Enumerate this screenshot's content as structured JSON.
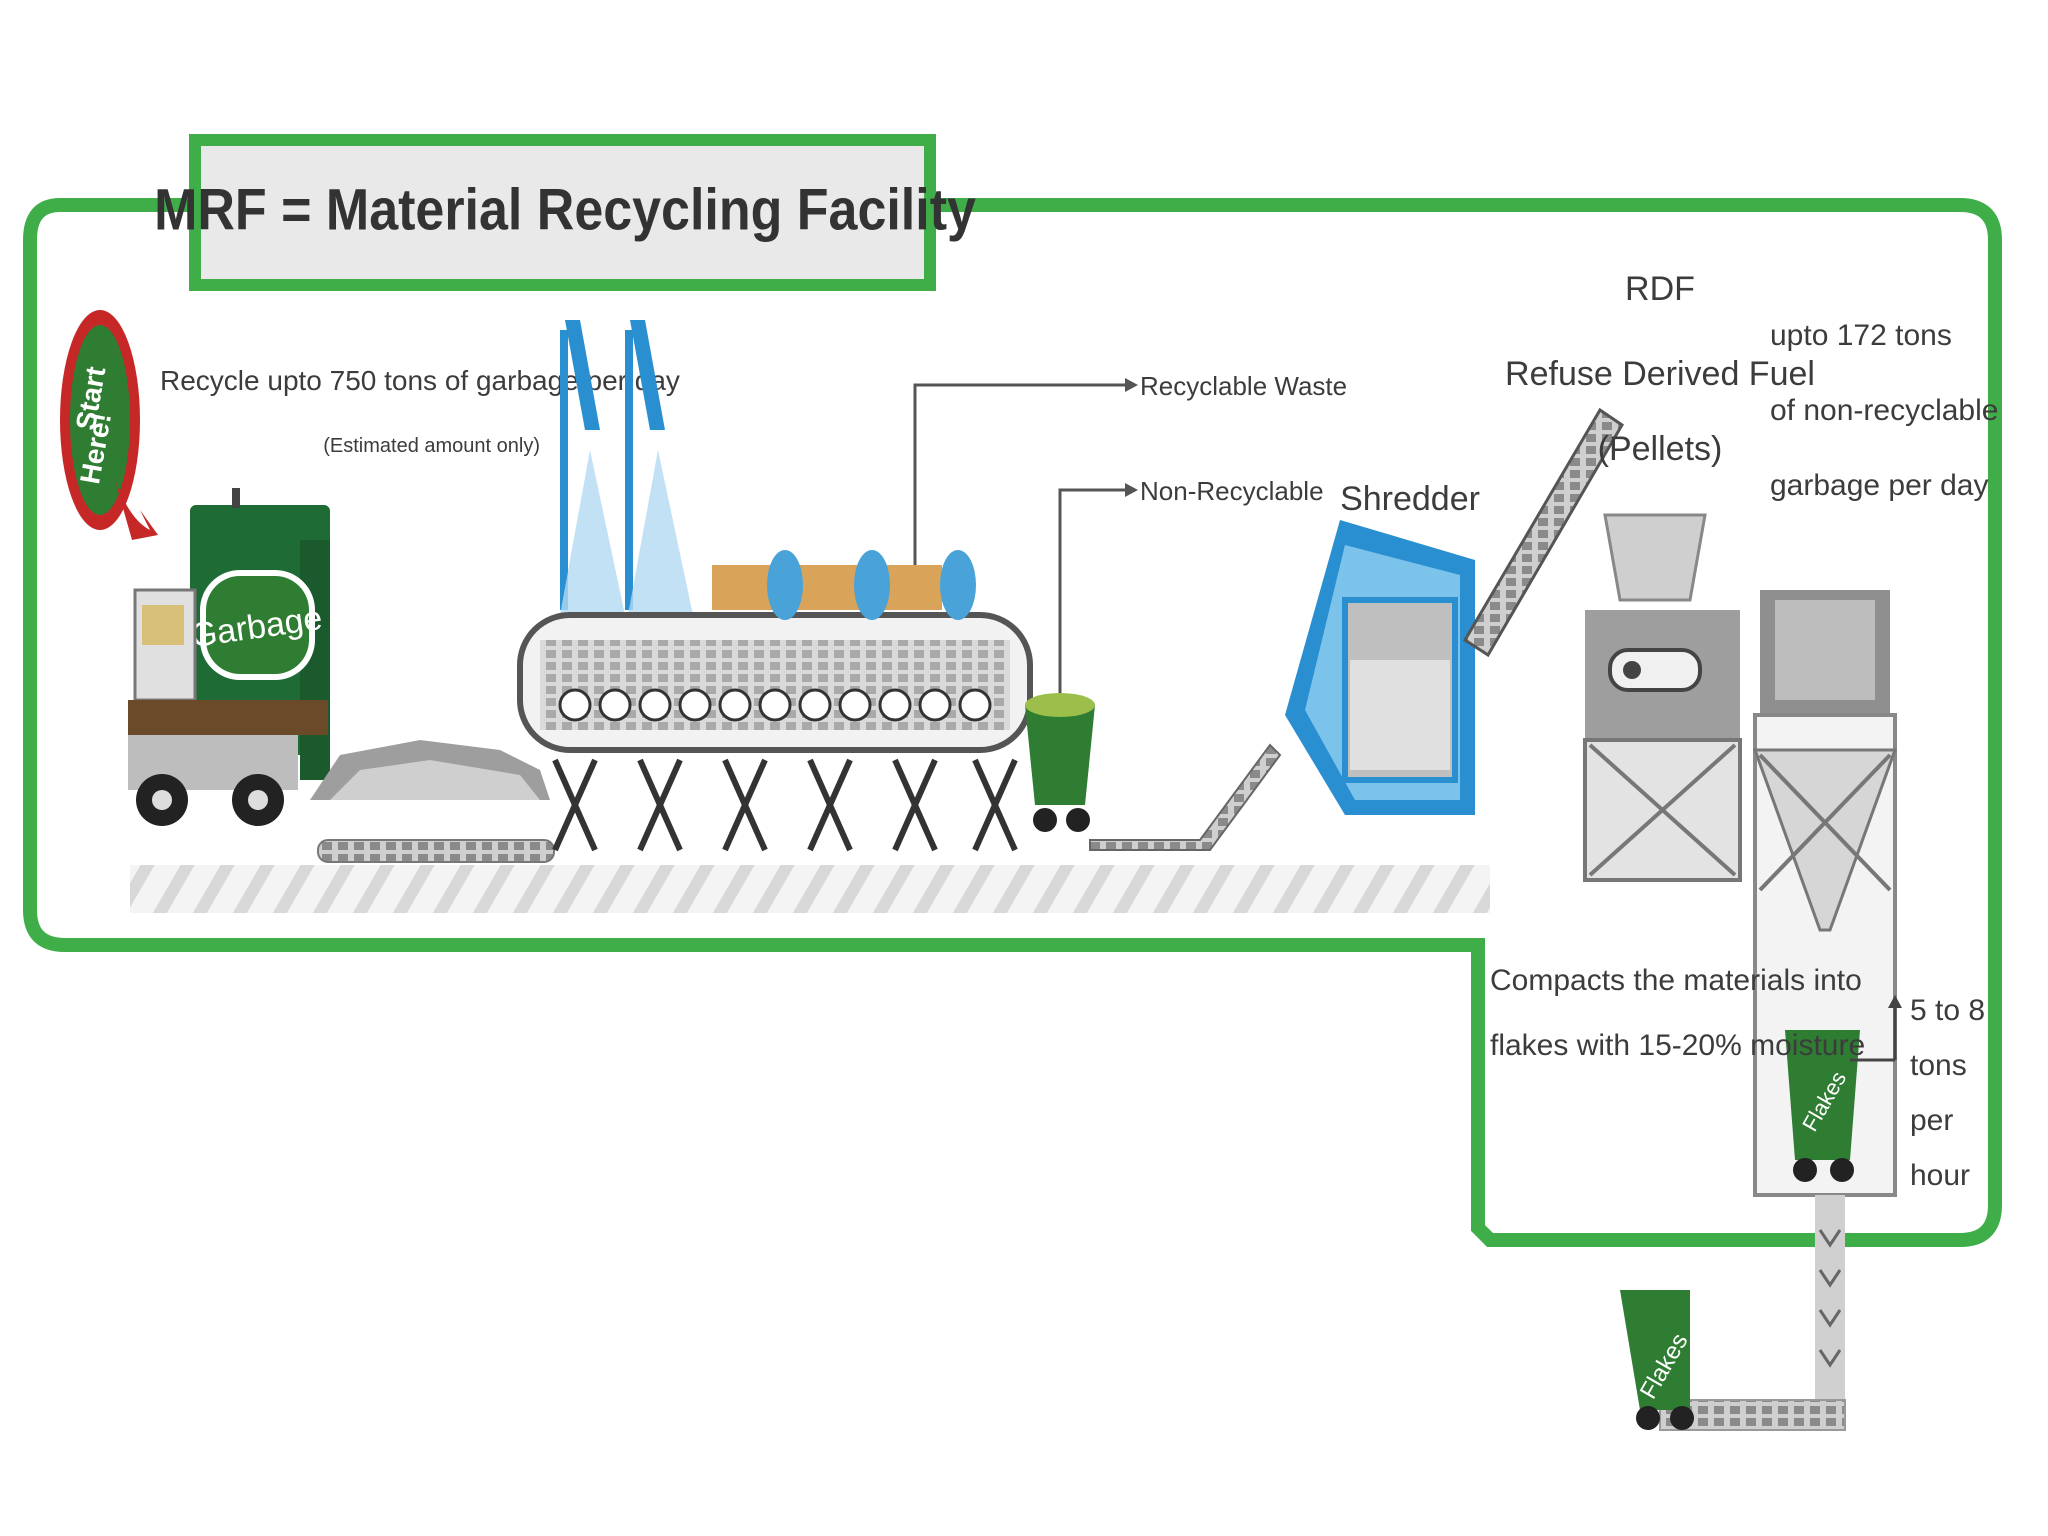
{
  "title": "MRF = Material Recycling Facility",
  "start": {
    "line1": "Start",
    "line2": "Here!"
  },
  "truck_label": "Garbage",
  "capacity": {
    "line1": "Recycle upto 750 tons of garbage per day",
    "line2": "(Estimated amount only)"
  },
  "outputs": {
    "recyclable": "Recyclable Waste",
    "non_recyclable": "Non-Recyclable"
  },
  "shredder": "Shredder",
  "rdf": {
    "line1": "RDF",
    "line2": "Refuse Derived Fuel",
    "line3": "(Pellets)"
  },
  "non_recyclable_amount": {
    "line1": "upto 172 tons",
    "line2": "of non-recyclable",
    "line3": "garbage per day"
  },
  "compacts": {
    "line1": "Compacts the materials into",
    "line2": "flakes with 15-20% moisture"
  },
  "flakes_rate": {
    "line1": "5 to 8",
    "line2": "tons",
    "line3": "per",
    "line4": "hour"
  },
  "flakes_label": "Flakes",
  "colors": {
    "frame_green": "#3fae49",
    "dark_green": "#1e6b35",
    "blue": "#2a8fd0",
    "red": "#c62828"
  }
}
